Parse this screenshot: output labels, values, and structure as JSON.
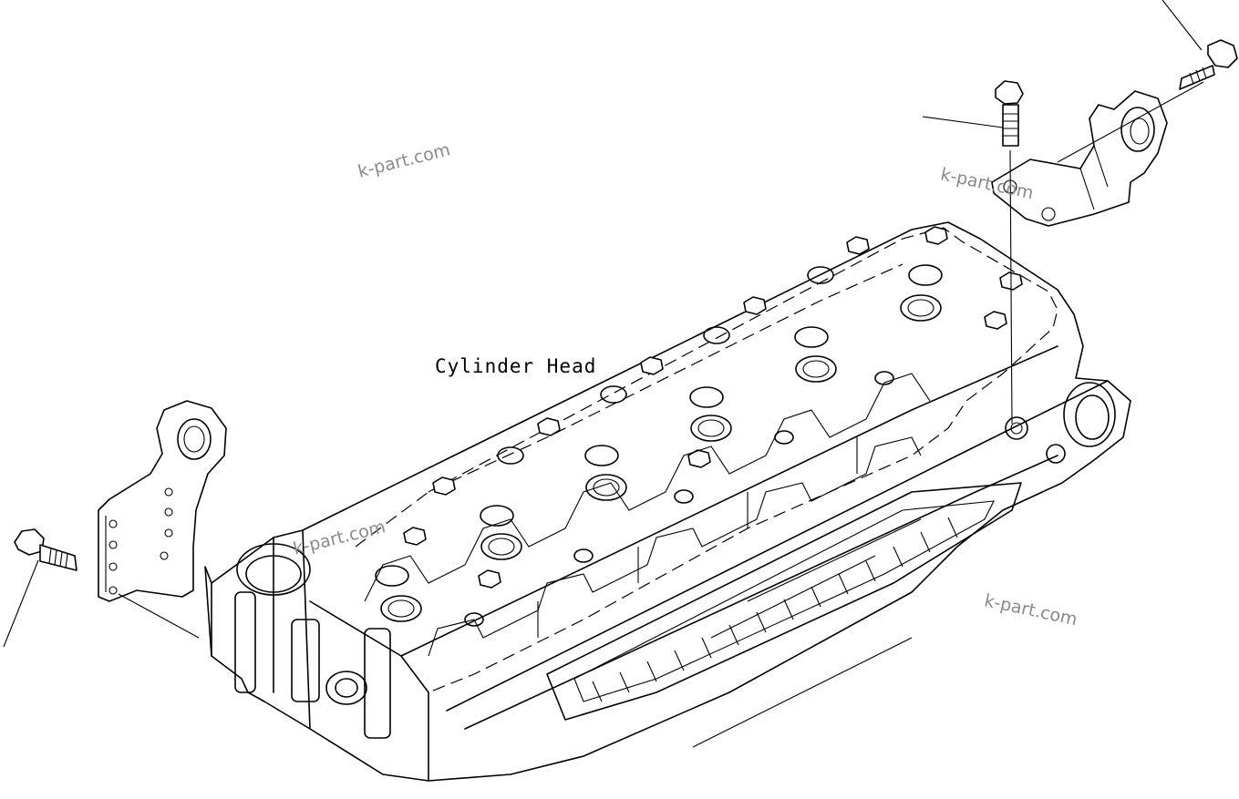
{
  "diagram": {
    "label": "Cylinder Head",
    "watermarks": [
      "k-part.com",
      "k-part.com",
      "k-part.com",
      "k-part.com"
    ]
  },
  "icons": {
    "bolt": "bolt-icon",
    "bracket": "lifting-bracket-icon"
  },
  "colors": {
    "line": "#000000",
    "watermark": "#8a8a8a",
    "background": "#ffffff"
  }
}
